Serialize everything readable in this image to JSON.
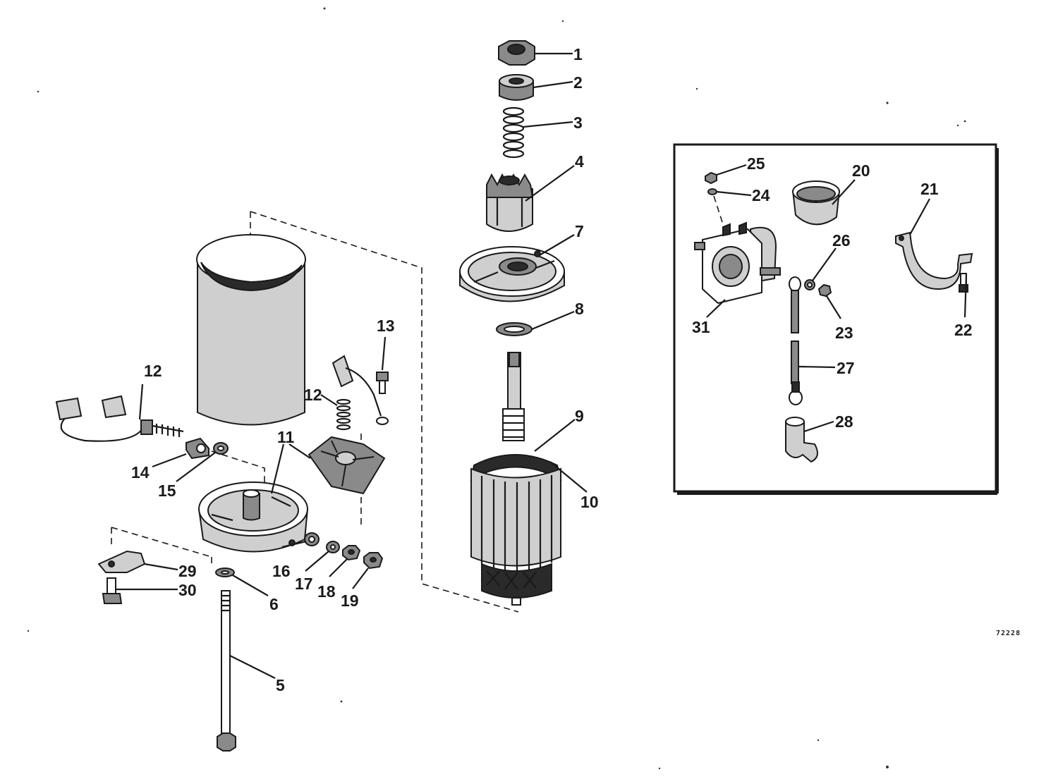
{
  "reference_number": "72228",
  "callouts": [
    {
      "id": "callout-1",
      "text": "1"
    },
    {
      "id": "callout-2",
      "text": "2"
    },
    {
      "id": "callout-3",
      "text": "3"
    },
    {
      "id": "callout-4",
      "text": "4"
    },
    {
      "id": "callout-5",
      "text": "5"
    },
    {
      "id": "callout-6",
      "text": "6"
    },
    {
      "id": "callout-7",
      "text": "7"
    },
    {
      "id": "callout-8",
      "text": "8"
    },
    {
      "id": "callout-9",
      "text": "9"
    },
    {
      "id": "callout-10",
      "text": "10"
    },
    {
      "id": "callout-11",
      "text": "11"
    },
    {
      "id": "callout-12a",
      "text": "12"
    },
    {
      "id": "callout-12b",
      "text": "12"
    },
    {
      "id": "callout-13",
      "text": "13"
    },
    {
      "id": "callout-14",
      "text": "14"
    },
    {
      "id": "callout-15",
      "text": "15"
    },
    {
      "id": "callout-16",
      "text": "16"
    },
    {
      "id": "callout-17",
      "text": "17"
    },
    {
      "id": "callout-18",
      "text": "18"
    },
    {
      "id": "callout-19",
      "text": "19"
    },
    {
      "id": "callout-20",
      "text": "20"
    },
    {
      "id": "callout-21",
      "text": "21"
    },
    {
      "id": "callout-22",
      "text": "22"
    },
    {
      "id": "callout-23",
      "text": "23"
    },
    {
      "id": "callout-24",
      "text": "24"
    },
    {
      "id": "callout-25",
      "text": "25"
    },
    {
      "id": "callout-26",
      "text": "26"
    },
    {
      "id": "callout-27",
      "text": "27"
    },
    {
      "id": "callout-28",
      "text": "28"
    },
    {
      "id": "callout-29",
      "text": "29"
    },
    {
      "id": "callout-30",
      "text": "30"
    },
    {
      "id": "callout-31",
      "text": "31"
    }
  ]
}
